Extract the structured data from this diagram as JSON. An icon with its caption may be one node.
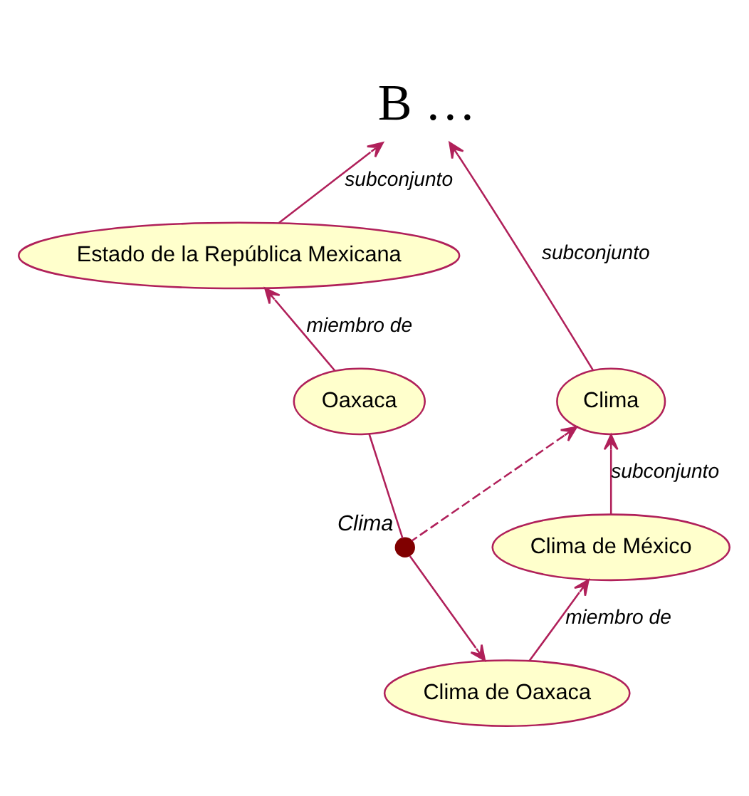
{
  "diagram": {
    "nodes": [
      {
        "text": [
          "B …"
        ]
      },
      {
        "text": [
          "Estado de la República Mexicana"
        ]
      },
      {
        "text": [
          "Clima"
        ]
      },
      {
        "text": [
          "Oaxaca"
        ]
      },
      {
        "text": [],
        "shape": "circle",
        "beside": [
          "Clima"
        ]
      },
      {
        "text": [
          "Clima de México"
        ]
      },
      {
        "text": [
          "Clima de Oaxaca"
        ]
      }
    ],
    "edges": [
      {
        "from": 1,
        "to": 0,
        "arrow": "to",
        "label": "subconjunto"
      },
      {
        "from": 2,
        "to": 0,
        "arrow": "to",
        "label": "subconjunto"
      },
      {
        "from": 3,
        "to": 1,
        "arrow": "to",
        "label": "miembro de"
      },
      {
        "from": 5,
        "to": 2,
        "arrow": "to",
        "label": "subconjunto"
      },
      {
        "from": 6,
        "to": 5,
        "arrow": "to",
        "label": "miembro de"
      },
      {
        "from": 3,
        "to": 4,
        "arrow": "none"
      },
      {
        "from": 4,
        "to": 6,
        "arrow": "to"
      },
      {
        "from": 4,
        "to": 2,
        "arrow": "to",
        "style": "dashed"
      }
    ]
  }
}
